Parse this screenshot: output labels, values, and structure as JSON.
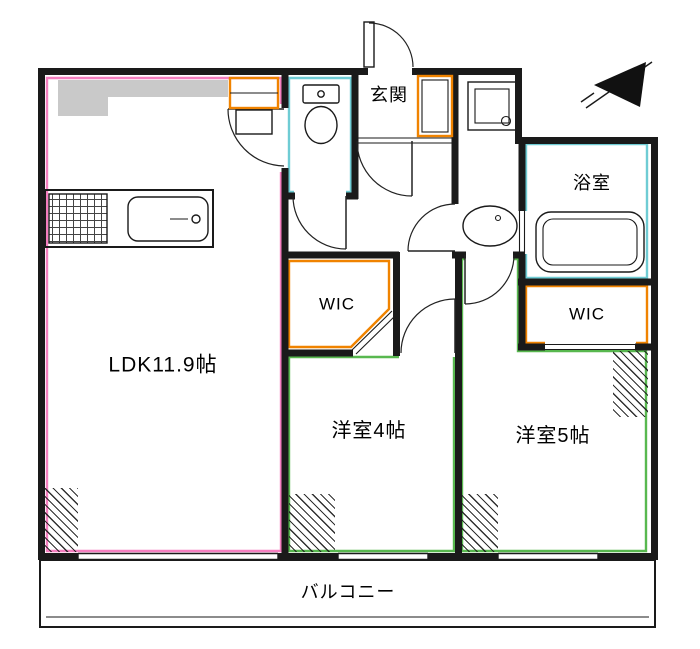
{
  "floorplan": {
    "rooms": {
      "ldk": "LDK11.9帖",
      "entrance": "玄関",
      "bath": "浴室",
      "wic1": "WIC",
      "wic2": "WIC",
      "bedroom4": "洋室4帖",
      "bedroom5": "洋室5帖",
      "balcony": "バルコニー"
    },
    "colors": {
      "wall": "#1a1a1a",
      "ldk": "#f57fc0",
      "wet": "#6fccd4",
      "closet": "#f08300",
      "bedroom": "#58b84f",
      "background": "#ffffff"
    }
  }
}
